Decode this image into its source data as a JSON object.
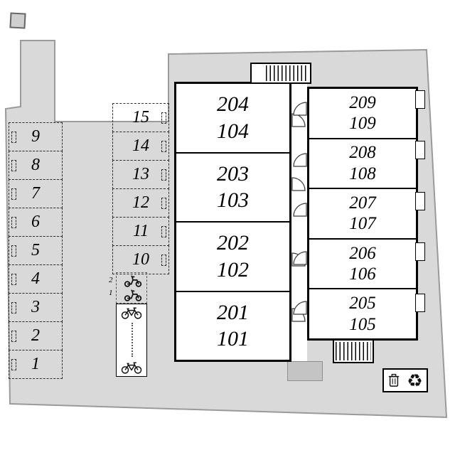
{
  "parking_left": [
    "9",
    "8",
    "7",
    "6",
    "5",
    "4",
    "3",
    "2",
    "1"
  ],
  "parking_mid": [
    "15",
    "14",
    "13",
    "12",
    "11",
    "10"
  ],
  "moto_labels": [
    "2",
    "1"
  ],
  "units_center": [
    {
      "upper": "204",
      "lower": "104"
    },
    {
      "upper": "203",
      "lower": "103"
    },
    {
      "upper": "202",
      "lower": "102"
    },
    {
      "upper": "201",
      "lower": "101"
    }
  ],
  "units_right": [
    {
      "upper": "209",
      "lower": "109"
    },
    {
      "upper": "208",
      "lower": "108"
    },
    {
      "upper": "207",
      "lower": "107"
    },
    {
      "upper": "206",
      "lower": "106"
    },
    {
      "upper": "205",
      "lower": "105"
    }
  ],
  "icons": {
    "recycle_char": "♻"
  },
  "colors": {
    "site_fill": "#d9d9d9",
    "site_stroke": "#9a9a9a",
    "building_border": "#000000",
    "mat_fill": "#c4c4c4"
  }
}
